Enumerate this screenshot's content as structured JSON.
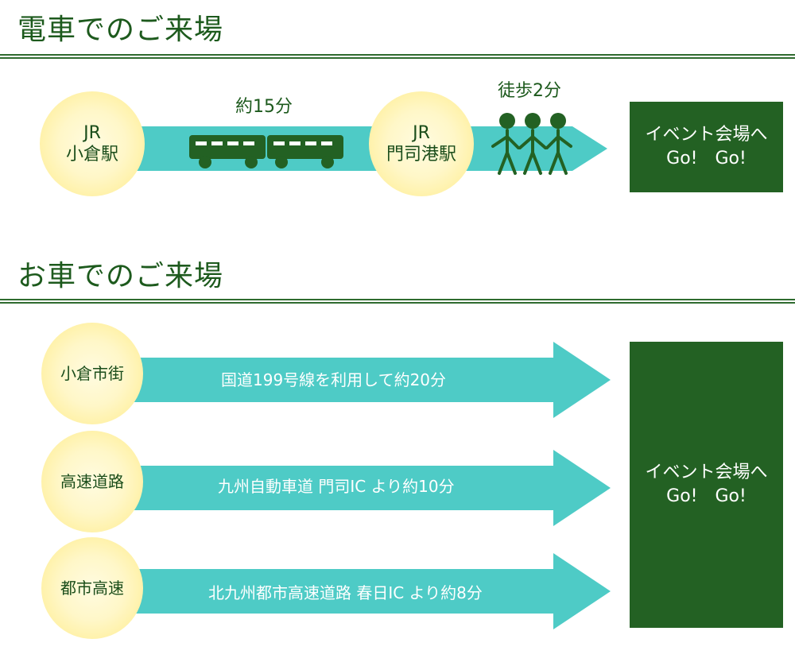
{
  "train_section": {
    "title": "電車でのご来場",
    "origin_station": {
      "line1": "JR",
      "line2": "小倉駅"
    },
    "train_duration": "約15分",
    "transfer_station": {
      "line1": "JR",
      "line2": "門司港駅"
    },
    "walk_duration": "徒歩2分",
    "destination": {
      "line1": "イベント会場へ",
      "line2": "Go!　Go!"
    }
  },
  "car_section": {
    "title": "お車でのご来場",
    "routes": [
      {
        "origin": "小倉市街",
        "description": "国道199号線を利用して約20分"
      },
      {
        "origin": "高速道路",
        "description": "九州自動車道 門司IC より約10分"
      },
      {
        "origin": "都市高速",
        "description": "北九州都市高速道路 春日IC より約8分"
      }
    ],
    "destination": {
      "line1": "イベント会場へ",
      "line2": "Go!　Go!"
    }
  },
  "colors": {
    "dark_green": "#236123",
    "title_green": "#1d5a1d",
    "arrow_teal": "#4ecbc6",
    "circle_yellow": "#fff7c8"
  },
  "icons": [
    "train-icon",
    "walking-people-icon"
  ]
}
